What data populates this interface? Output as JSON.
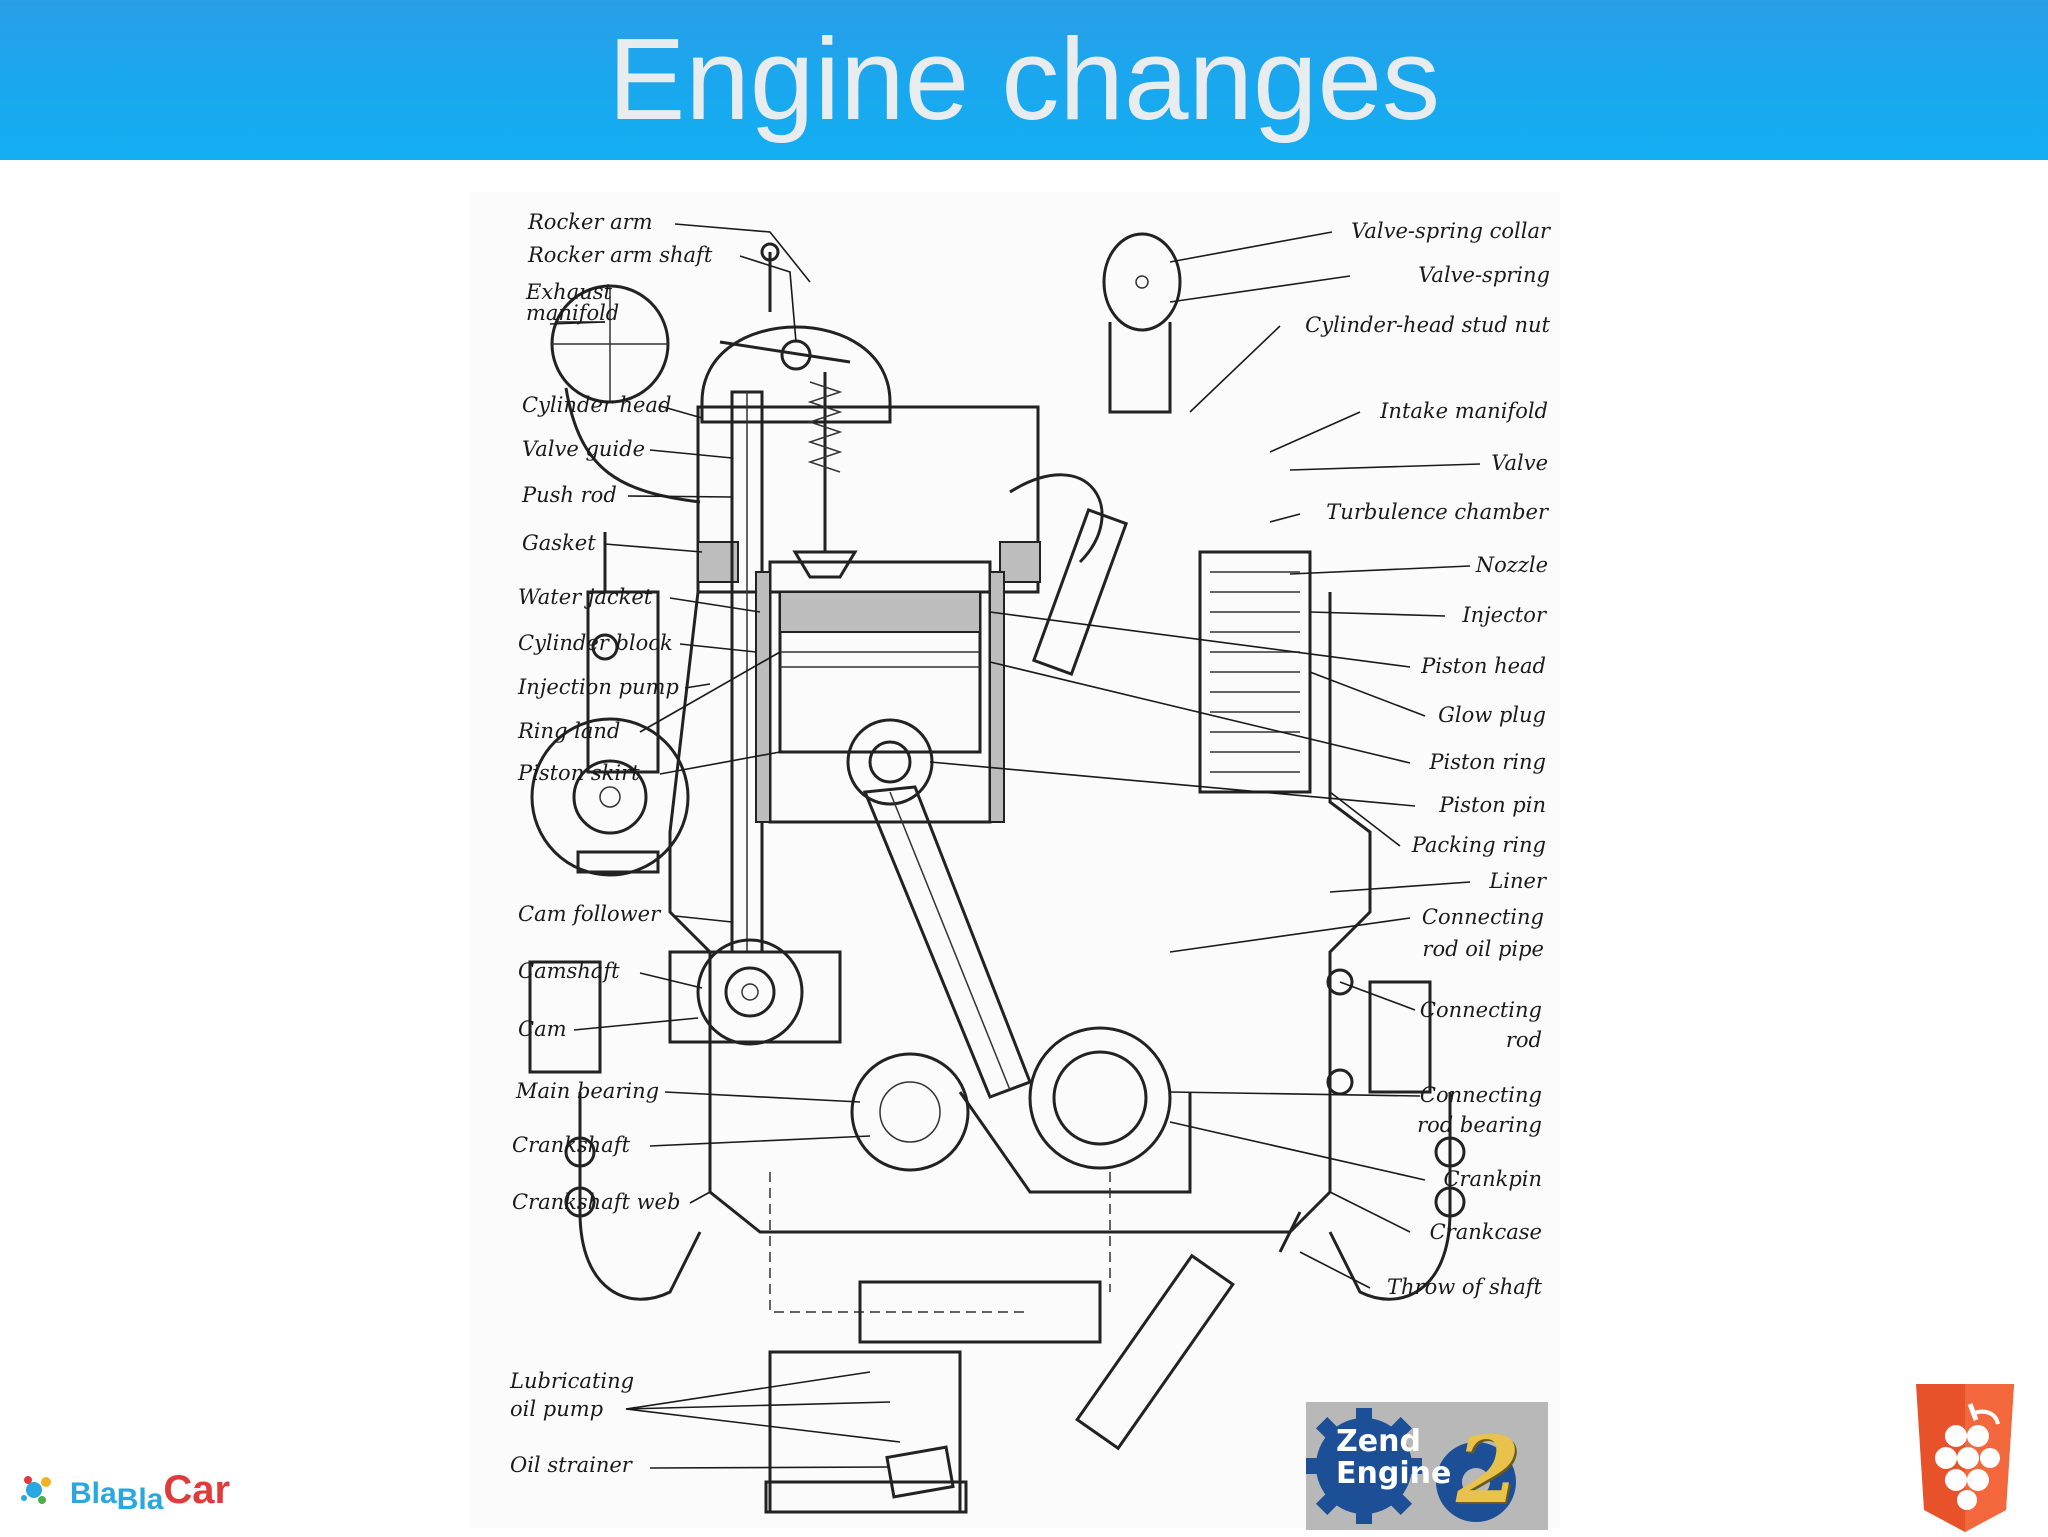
{
  "slide": {
    "title": "Engine changes"
  },
  "diagram": {
    "labels_left": [
      "Rocker arm",
      "Rocker arm shaft",
      "Exhaust",
      "manifold",
      "Cylinder head",
      "Valve guide",
      "Push rod",
      "Gasket",
      "Water jacket",
      "Cylinder block",
      "Injection pump",
      "Ring land",
      "Piston skirt",
      "Cam follower",
      "Camshaft",
      "Cam",
      "Main bearing",
      "Crankshaft",
      "Crankshaft web",
      "Lubricating",
      "oil pump",
      "Oil strainer"
    ],
    "labels_right": [
      "Valve-spring collar",
      "Valve-spring",
      "Cylinder-head stud nut",
      "Intake manifold",
      "Valve",
      "Turbulence chamber",
      "Nozzle",
      "Injector",
      "Piston head",
      "Glow plug",
      "Piston ring",
      "Piston pin",
      "Packing ring",
      "Liner",
      "Connecting",
      "rod oil pipe",
      "Connecting",
      "rod",
      "Connecting",
      "rod bearing",
      "Crankpin",
      "Crankcase",
      "Throw of shaft"
    ]
  },
  "logos": {
    "blablacar": {
      "bla1": "Bla",
      "bla2": "Bla",
      "car": "Car",
      "bla_color": "#2aa7e0",
      "car_color": "#e03b3b"
    },
    "zend": {
      "line1": "Zend",
      "line2": "Engine",
      "version": "2"
    },
    "grape": {
      "color": "#e8522a"
    }
  }
}
